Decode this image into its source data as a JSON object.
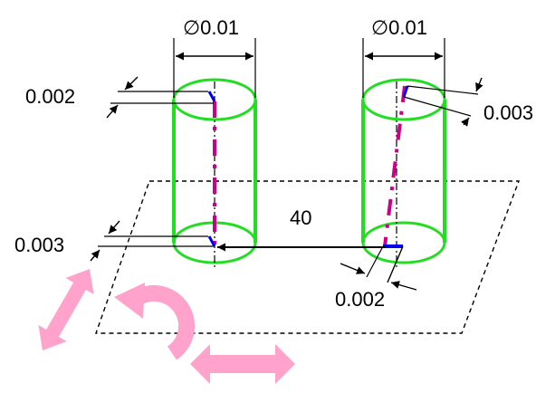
{
  "labels": {
    "dia_left": "∅0.01",
    "dia_right": "∅0.01",
    "left_top_offset": "0.002",
    "right_top_offset": "0.003",
    "left_bottom_offset": "0.003",
    "right_bottom_offset": "0.002",
    "distance": "40"
  },
  "colors": {
    "cylinder": "#22dd22",
    "axis_deviation": "#cc0088",
    "offset_vector": "#0000ee",
    "arrow_pink": "#ffa3cc",
    "line": "#000000"
  },
  "icons": [
    "diagonal-double-arrow-icon",
    "rotate-arrow-icon",
    "horizontal-double-arrow-icon"
  ]
}
